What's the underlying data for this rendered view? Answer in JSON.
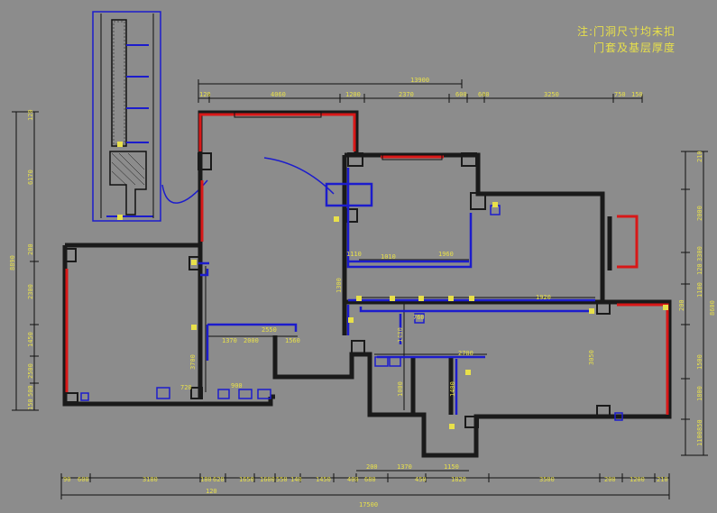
{
  "note": {
    "line1": "注:门洞尺寸均未扣",
    "line2": "门套及基层厚度"
  },
  "dims": {
    "top_total": "13900",
    "top_segments": [
      "120",
      "4060",
      "1200",
      "2370",
      "600",
      "600",
      "3250",
      "750",
      "150"
    ],
    "bottom_total": "17500",
    "bottom_sub": "120",
    "bottom_segments": [
      "90",
      "600",
      "3180",
      "180",
      "620",
      "1650",
      "1600",
      "550",
      "140",
      "1450",
      "400",
      "680",
      "450",
      "1820",
      "3500",
      "200",
      "1200",
      "210"
    ],
    "bottom_upper": [
      "200",
      "1370",
      "1150"
    ],
    "left_total": "8890",
    "left_upper": "6170",
    "left_segments": [
      "120",
      "2300",
      "1450",
      "200",
      "2500",
      "500",
      "150"
    ],
    "right_total": "8600",
    "right_segments": [
      "210",
      "2000",
      "3300",
      "120",
      "1100",
      "1500",
      "1800",
      "850",
      "1100",
      "200"
    ],
    "interior": [
      "1010",
      "1960",
      "1300",
      "1110",
      "1920",
      "1370",
      "2000",
      "3700",
      "760",
      "1400",
      "1000",
      "2700",
      "3050",
      "1400",
      "900",
      "2550",
      "1560",
      "720"
    ]
  },
  "colors": {
    "background": "#8c8c8c",
    "wall": "#1a1a1a",
    "window": "#d81818",
    "partition": "#1c1ccc",
    "dimension": "#e8e04a",
    "dimension_line": "#111111"
  }
}
